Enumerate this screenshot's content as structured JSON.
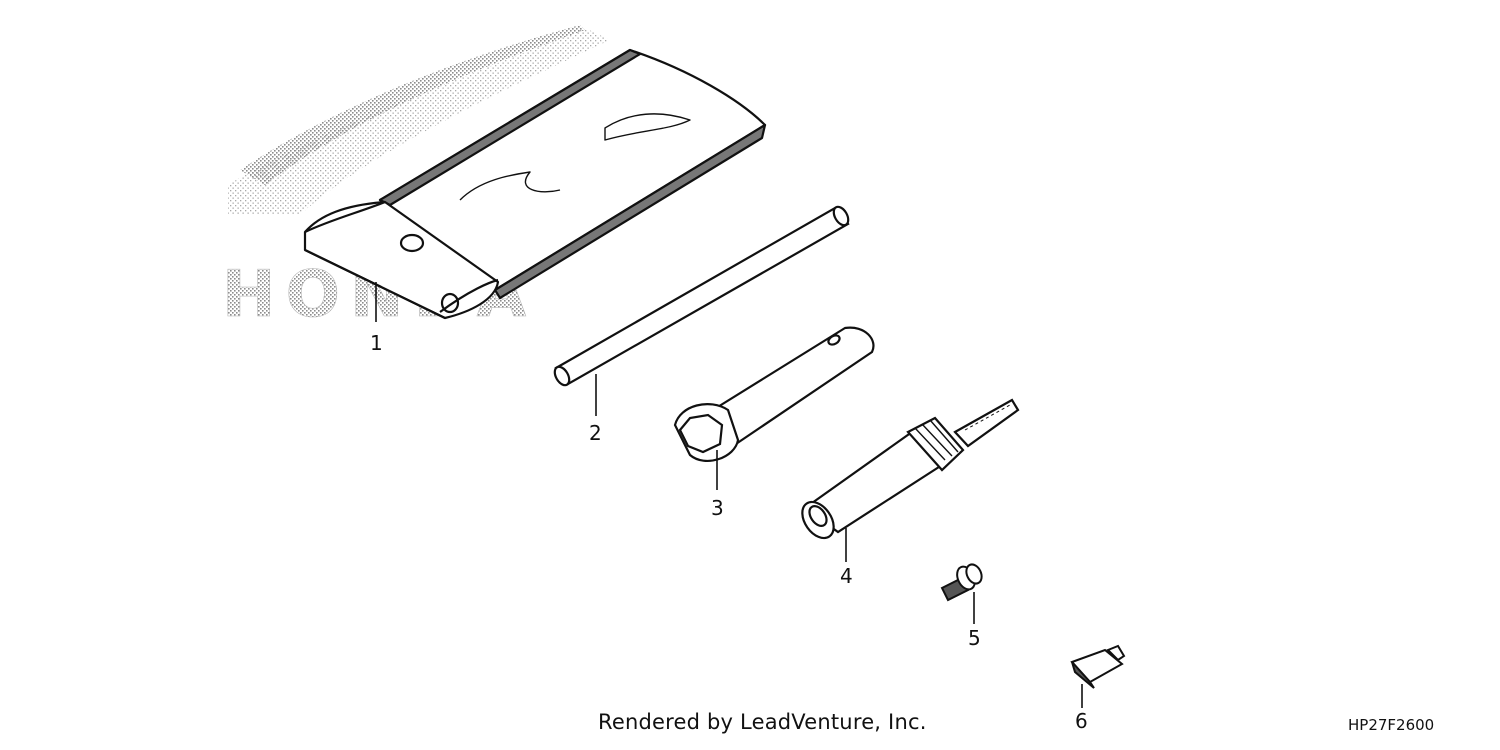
{
  "diagram": {
    "callouts": [
      "1",
      "2",
      "3",
      "4",
      "5",
      "6"
    ],
    "logo_text": "HONDA",
    "credit": "Rendered by LeadVenture, Inc.",
    "drawing_code": "HP27F2600"
  },
  "colors": {
    "line": "#111111",
    "shade": "#9a9a9a"
  }
}
